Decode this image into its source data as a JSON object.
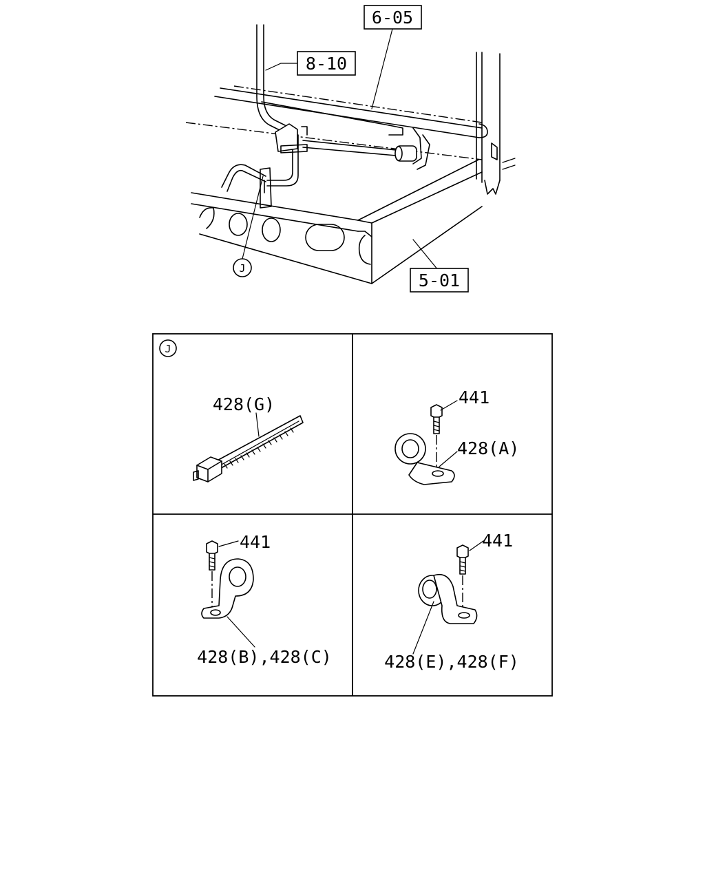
{
  "overview": {
    "ref_frame_upper": "6-05",
    "ref_pipe": "8-10",
    "ref_frame_lower": "5-01",
    "detail_marker": "J"
  },
  "detail_panel": {
    "marker": "J",
    "cells": [
      {
        "id": "g",
        "part_labels": [
          "428(G)"
        ]
      },
      {
        "id": "a",
        "part_labels": [
          "441",
          "428(A)"
        ]
      },
      {
        "id": "bc",
        "part_labels": [
          "441",
          "428(B),428(C)"
        ]
      },
      {
        "id": "ef",
        "part_labels": [
          "441",
          "428(E),428(F)"
        ]
      }
    ]
  }
}
